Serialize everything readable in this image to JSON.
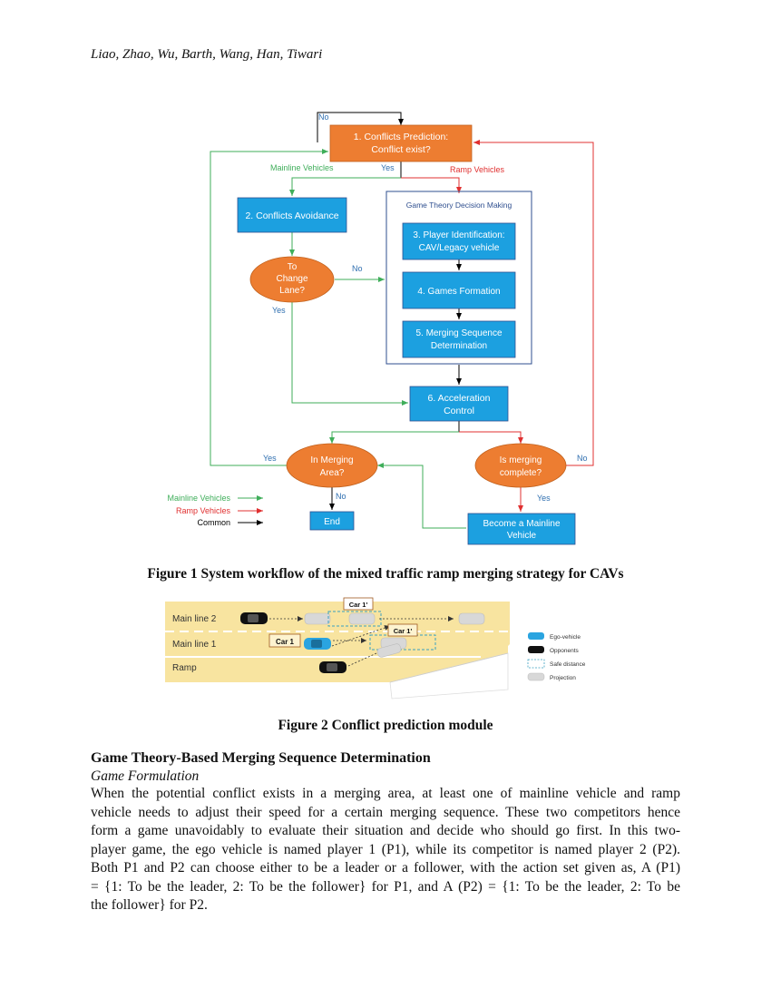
{
  "header": {
    "authors": "Liao, Zhao, Wu, Barth, Wang, Han, Tiwari"
  },
  "figure1": {
    "nodes": {
      "n1_line1": "1.   Conflicts Prediction:",
      "n1_line2": "Conflict exist?",
      "n2": "2. Conflicts Avoidance",
      "gt_title": "Game Theory Decision Making",
      "n3_line1": "3. Player Identification:",
      "n3_line2": "CAV/Legacy vehicle",
      "n4": "4. Games Formation",
      "n5_line1": "5. Merging Sequence",
      "n5_line2": "Determination",
      "n6_line1": "6. Acceleration",
      "n6_line2": "Control",
      "change_line1": "To",
      "change_line2": "Change",
      "change_line3": "Lane?",
      "merging_area_line1": "In Merging",
      "merging_area_line2": "Area?",
      "merging_complete_line1": "Is merging",
      "merging_complete_line2": "complete?",
      "end": "End",
      "mainline_line1": "Become a Mainline",
      "mainline_line2": "Vehicle"
    },
    "labels": {
      "no_top": "No",
      "yes_top": "Yes",
      "mainline_vehicles": "Mainline Vehicles",
      "ramp_vehicles": "Ramp Vehicles",
      "no_change": "No",
      "yes_change": "Yes",
      "yes_area": "Yes",
      "no_area": "No",
      "no_complete": "No",
      "yes_complete": "Yes"
    },
    "legend": {
      "mainline": "Mainline Vehicles",
      "ramp": "Ramp Vehicles",
      "common": "Common"
    },
    "colors": {
      "orange": "#ed7d31",
      "blue": "#1ca0e0",
      "navy": "#2f4f8f",
      "green": "#3fae5a",
      "red": "#e03030",
      "black": "#000000"
    },
    "caption": "Figure 1 System workflow of the mixed traffic ramp merging strategy for CAVs"
  },
  "figure2": {
    "lanes": [
      "Main line 2",
      "Main line 1",
      "Ramp"
    ],
    "tags": {
      "car1": "Car 1",
      "car1p_top": "Car 1'",
      "car1p_mid": "Car 1'"
    },
    "legend": {
      "ego": "Ego-vehicle",
      "opponents": "Opponents",
      "safe": "Safe distance",
      "projection": "Projection"
    },
    "colors": {
      "road": "#f8e4a0",
      "ego": "#2aa4e0",
      "opponent": "#111111",
      "safe": "#3aa0c0"
    },
    "caption": "Figure 2 Conflict prediction module"
  },
  "section": {
    "title": "Game Theory-Based Merging Sequence Determination",
    "subtitle": "Game Formulation",
    "lines": [
      "When the potential conflict exists in a merging area, at least one of mainline vehicle and ramp",
      "vehicle needs to adjust their speed for a certain merging sequence. These two competitors hence",
      "form a game unavoidably to evaluate their situation and decide who should go first. In this two-",
      "player game, the ego vehicle is named player 1 (P1), while its competitor is named player 2 (P2).",
      "Both P1 and P2 can choose either to be a leader or a follower, with the action set given as, A (P1)",
      "= {1: To be the leader, 2: To be the follower} for P1, and A (P2) = {1: To be the leader, 2: To be",
      "the follower} for P2."
    ]
  }
}
